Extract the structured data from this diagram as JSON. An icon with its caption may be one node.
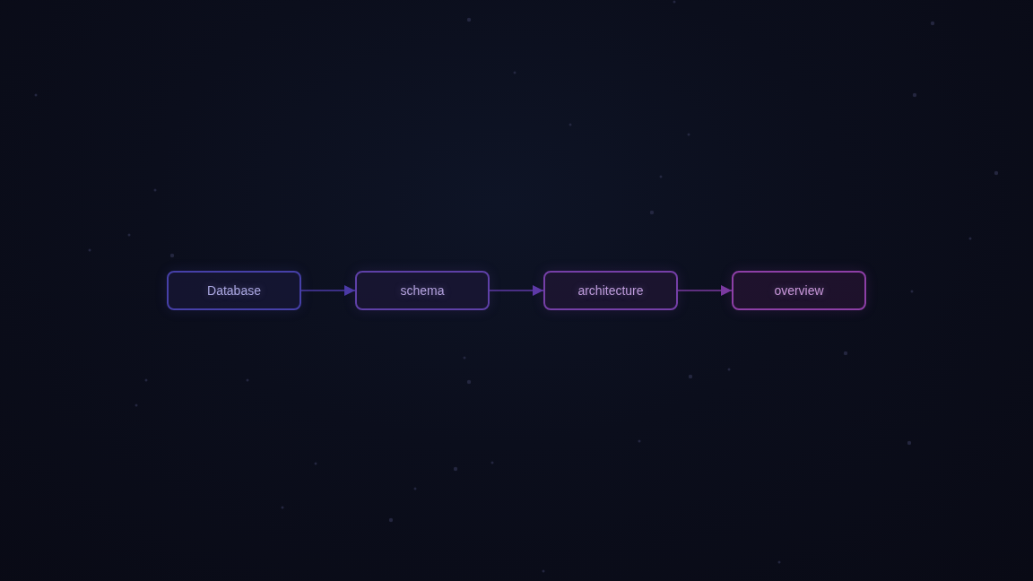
{
  "diagram": {
    "nodes": [
      {
        "text": [
          "Database"
        ]
      },
      {
        "text": [
          "schema"
        ]
      },
      {
        "text": [
          "architecture"
        ]
      },
      {
        "text": [
          "overview"
        ]
      }
    ],
    "edges": [
      {
        "from": 0,
        "to": 1,
        "arrow": "to",
        "color": "#4b3aa6"
      },
      {
        "from": 1,
        "to": 2,
        "arrow": "to",
        "color": "#5e3aa6"
      },
      {
        "from": 2,
        "to": 3,
        "arrow": "to",
        "color": "#7a3aa0"
      }
    ]
  }
}
